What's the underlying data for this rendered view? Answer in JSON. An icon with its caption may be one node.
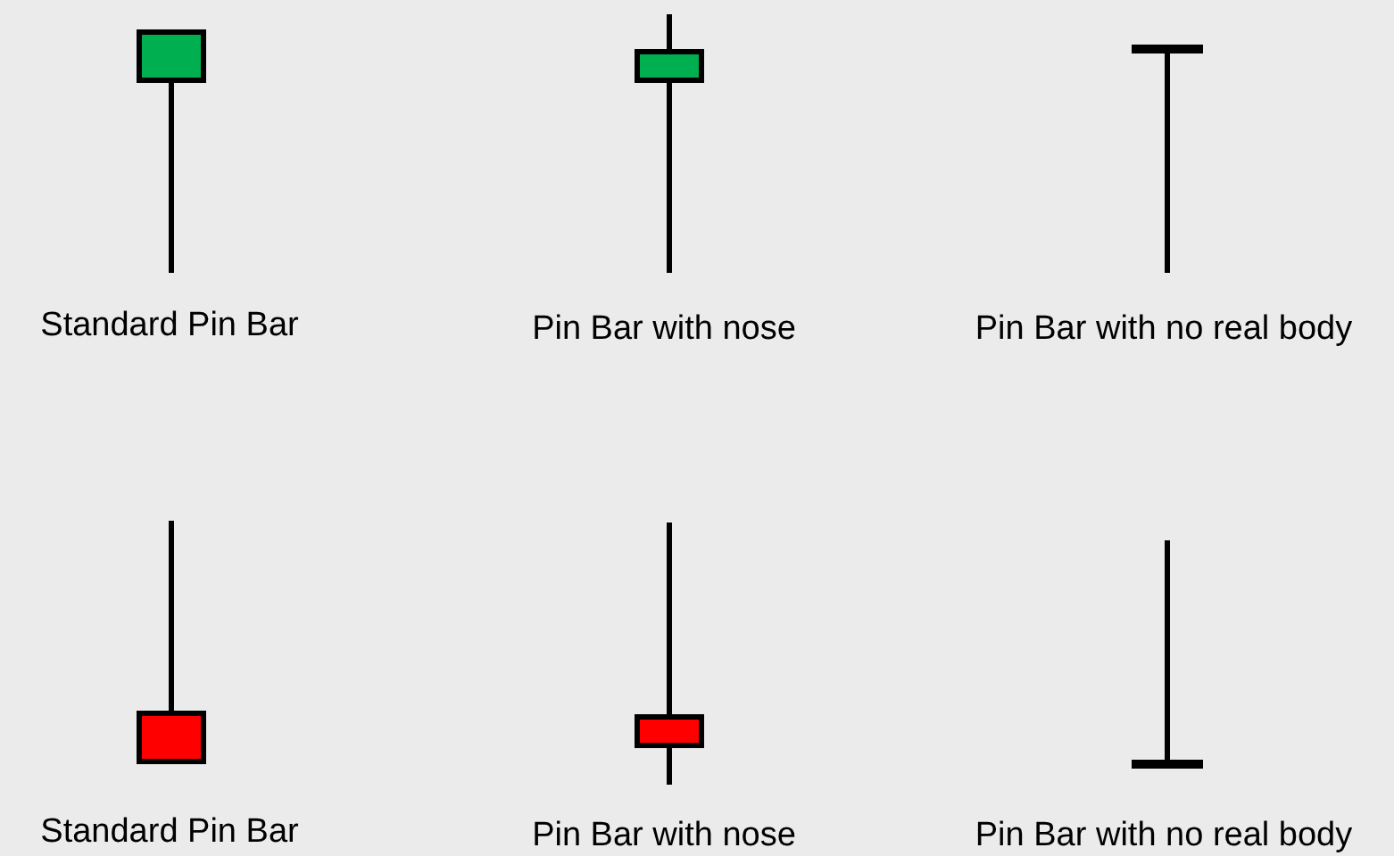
{
  "diagram": {
    "labels": [
      "Standard Pin Bar",
      "Pin Bar with nose",
      "Pin Bar with no real body",
      "Standard Pin Bar",
      "Pin Bar with nose",
      "Pin Bar with no real body"
    ]
  }
}
